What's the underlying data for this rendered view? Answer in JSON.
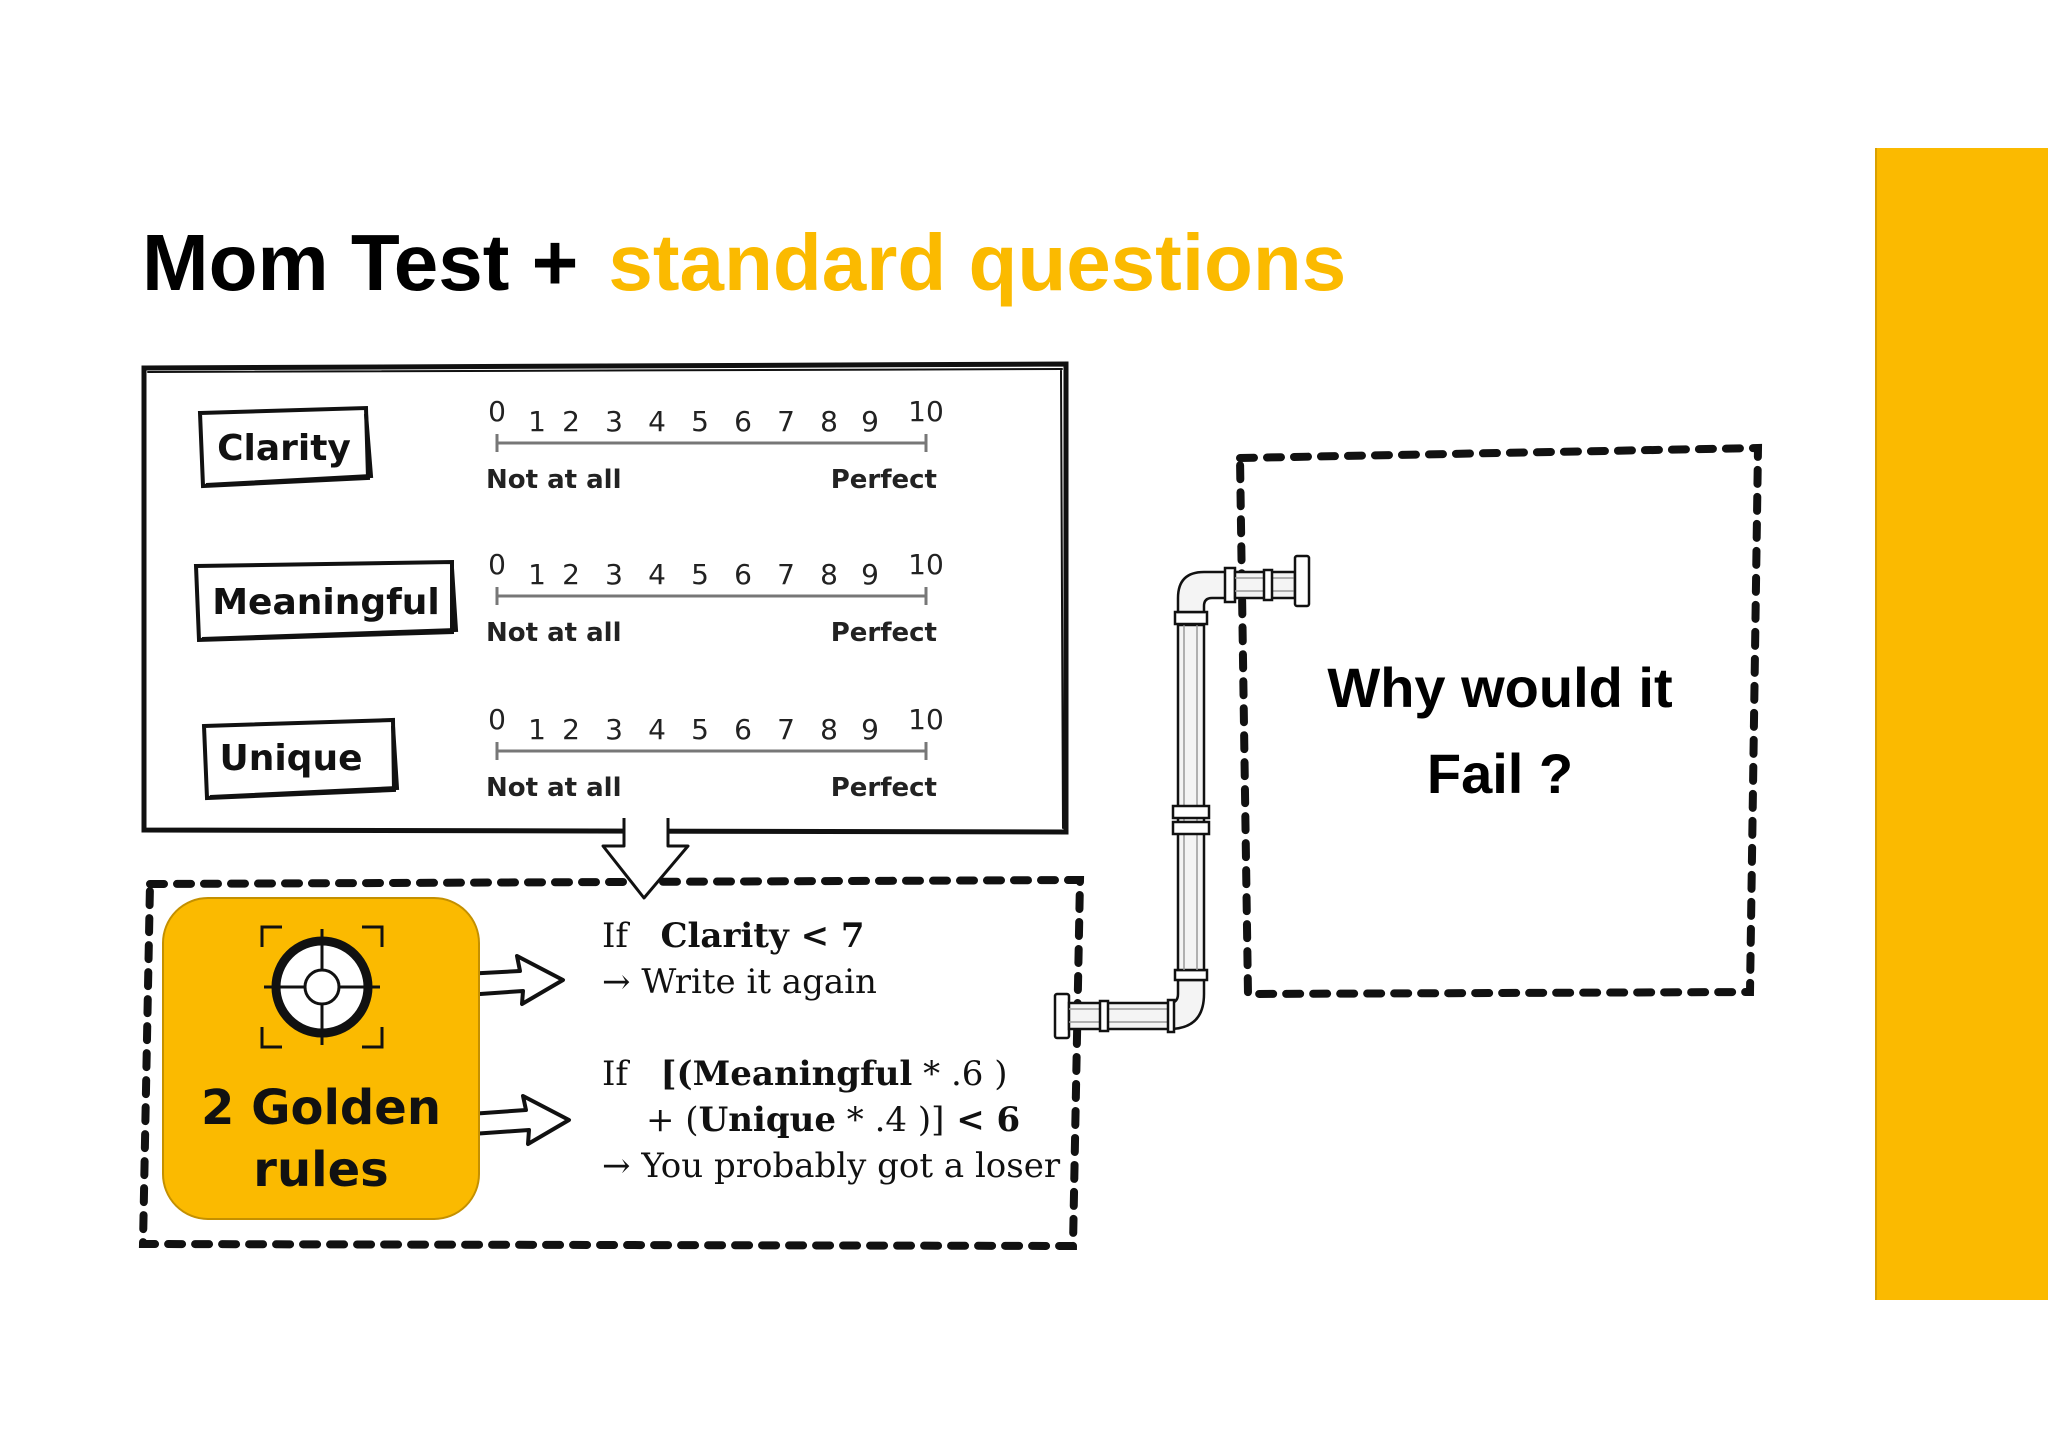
{
  "title": {
    "part1": "Mom Test +",
    "part2": "standard questions"
  },
  "colors": {
    "accent": "#FBBA00",
    "ink": "#111111"
  },
  "scale": {
    "ticks": [
      "0",
      "1",
      "2",
      "3",
      "4",
      "5",
      "6",
      "7",
      "8",
      "9",
      "10"
    ],
    "low_label": "Not at all",
    "high_label": "Perfect"
  },
  "criteria": [
    {
      "label": "Clarity"
    },
    {
      "label": "Meaningful"
    },
    {
      "label": "Unique"
    }
  ],
  "golden": {
    "line1": "2 Golden",
    "line2": "rules",
    "icon": "target-icon"
  },
  "rules": {
    "rule1": {
      "if": "If",
      "cond": "Clarity < 7",
      "arrow": "→",
      "result": "Write it again"
    },
    "rule2": {
      "if": "If",
      "open": "[(",
      "meaningful": "Meaningful",
      "coef1": " * .6 )",
      "plus": "+ (",
      "unique": "Unique",
      "coef2": " * .4 )]",
      "threshold": " < 6",
      "arrow": "→",
      "result": "You probably got a loser"
    }
  },
  "fail": {
    "line1": "Why would it",
    "line2": "Fail ?"
  }
}
